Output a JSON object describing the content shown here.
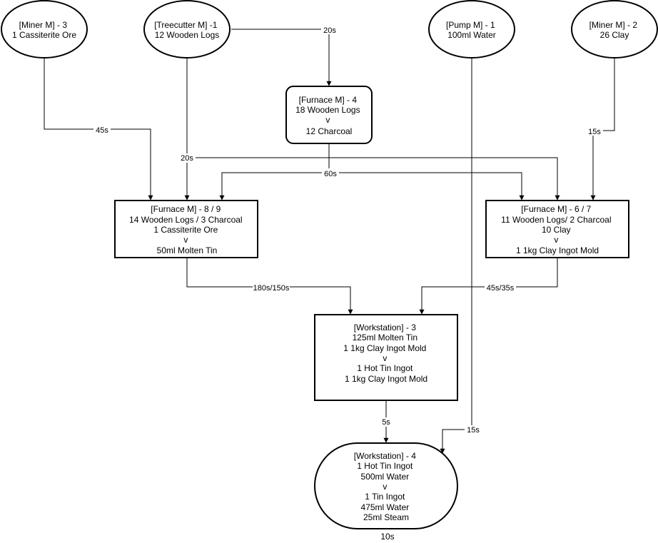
{
  "nodes": {
    "miner3": {
      "lines": [
        "[Miner M] - 3",
        "1 Cassiterite Ore"
      ]
    },
    "treecutter1": {
      "lines": [
        "[Treecutter M] -1",
        "12 Wooden Logs"
      ]
    },
    "pump1": {
      "lines": [
        "[Pump M] - 1",
        "100ml Water"
      ]
    },
    "miner2": {
      "lines": [
        "[Miner M] - 2",
        "26 Clay"
      ]
    },
    "furnace4": {
      "lines": [
        "[Furnace M] - 4",
        "18 Wooden Logs",
        "v",
        "12 Charcoal"
      ]
    },
    "furnace89": {
      "lines": [
        "[Furnace M] - 8 / 9",
        "14 Wooden Logs / 3 Charcoal",
        "1 Cassiterite Ore",
        "v",
        "50ml Molten Tin"
      ]
    },
    "furnace67": {
      "lines": [
        "[Furnace M] - 6 / 7",
        "11 Wooden Logs/ 2 Charcoal",
        "10 Clay",
        "v",
        "1 1kg Clay Ingot Mold"
      ]
    },
    "workstation3": {
      "lines": [
        "[Workstation] - 3",
        "125ml Molten Tin",
        "1 1kg Clay Ingot Mold",
        "v",
        "1 Hot Tin Ingot",
        "1 1kg Clay Ingot Mold"
      ]
    },
    "workstation4": {
      "lines": [
        "[Workstation] - 4",
        "1 Hot Tin Ingot",
        "500ml Water",
        "v",
        "1 Tin Ingot",
        "475ml Water",
        "25ml Steam"
      ]
    }
  },
  "edges": {
    "treecutter_to_furnace4": "20s",
    "miner3_to_furnace89": "45s",
    "treecutter_to_furnace89": "20s",
    "charcoal": "60s",
    "miner2_to_furnace67": "15s",
    "furnace89_to_ws3": "180s/150s",
    "furnace67_to_ws3": "45s/35s",
    "ws3_to_ws4": "5s",
    "pump_to_ws4": "15s"
  },
  "footer": {
    "ws4_time": "10s"
  }
}
